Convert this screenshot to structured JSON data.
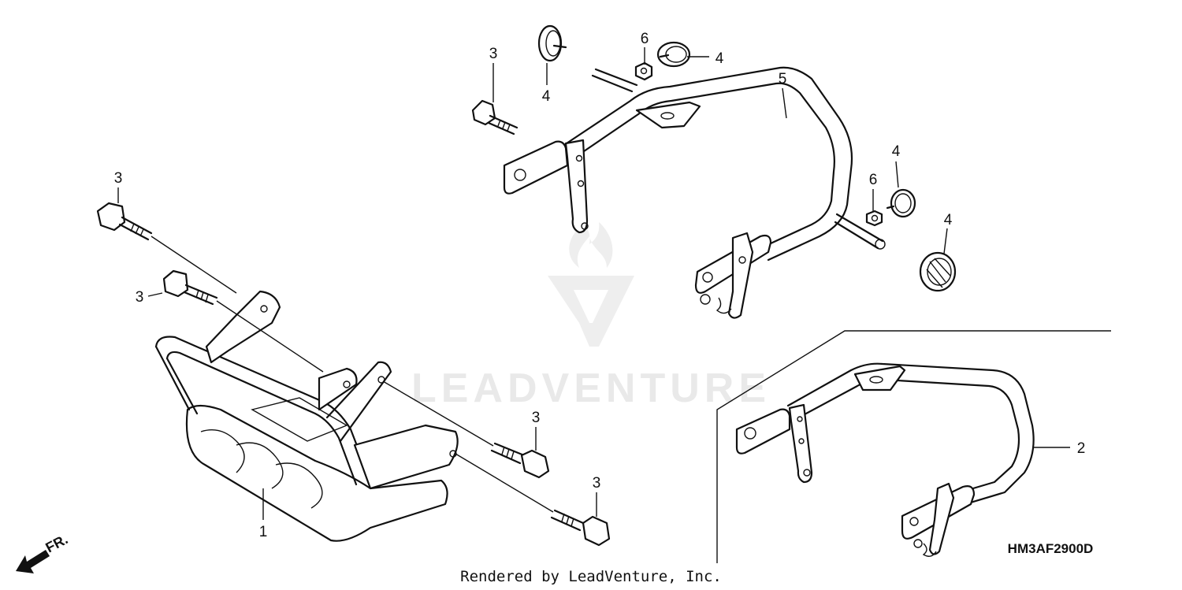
{
  "diagram": {
    "callouts": {
      "part1": "1",
      "part2": "2",
      "bolt3_top": "3",
      "bolt3_left_upper": "3",
      "bolt3_left_lower": "3",
      "bolt3_right_mid": "3",
      "bolt3_right_low": "3",
      "cap4_top": "4",
      "cap4_top_right": "4",
      "cap4_right_upper": "4",
      "cap4_right_lower": "4",
      "part5": "5",
      "nut6_top": "6",
      "nut6_right": "6"
    },
    "diagram_code": "HM3AF2900D",
    "front_indicator": "FR.",
    "watermark": "LEADVENTURE",
    "credit": "Rendered by LeadVenture, Inc."
  }
}
